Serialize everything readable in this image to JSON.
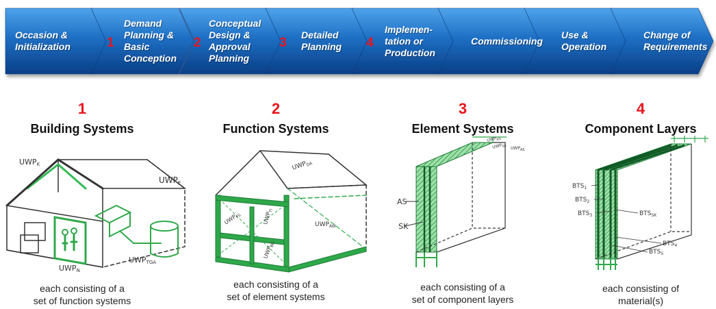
{
  "phases": [
    {
      "lines": [
        "Occasion &",
        "Initialization"
      ]
    },
    {
      "lines": [
        "Demand",
        "Planning &",
        "Basic",
        "Conception"
      ]
    },
    {
      "lines": [
        "Conceptual",
        "Design &",
        "Approval",
        "Planning"
      ]
    },
    {
      "lines": [
        "Detailed",
        "Planning"
      ]
    },
    {
      "lines": [
        "Implemen-",
        "tation or",
        "Production"
      ]
    },
    {
      "lines": [
        "Commissioning"
      ]
    },
    {
      "lines": [
        "Use &",
        "Operation"
      ]
    },
    {
      "lines": [
        "Change of",
        "Requirements"
      ]
    }
  ],
  "markers": [
    "1",
    "2",
    "3",
    "4"
  ],
  "columns": [
    {
      "number": "1",
      "title": "Building Systems",
      "caption": [
        "each consisting of a",
        "set of function systems"
      ],
      "labels": {
        "k": "UWP",
        "k_sub": "K",
        "e": "UWP",
        "e_sub": "E",
        "n": "UWP",
        "n_sub": "N",
        "tga": "UWP",
        "tga_sub": "TGA"
      }
    },
    {
      "number": "2",
      "title": "Function Systems",
      "caption": [
        "each consisting of a",
        "set of element systems"
      ],
      "labels": {
        "da": "UWP",
        "da_sub": "DA",
        "fs": "UWP",
        "fs_sub": "FS",
        "ti": "UWP",
        "ti_sub": "TI",
        "aw": "UWP",
        "aw_sub": "AW",
        "bo": "UWP",
        "bo_sub": "BO"
      }
    },
    {
      "number": "3",
      "title": "Element Systems",
      "caption": [
        "each consisting of a",
        "set of component layers"
      ],
      "labels": {
        "as": "AS",
        "sk": "SK",
        "t1": "UWP",
        "t1_sub": "KS",
        "t2": "UWP",
        "t2_sub": "SK",
        "t3": "UWP",
        "t3_sub": "AS"
      }
    },
    {
      "number": "4",
      "title": "Component Layers",
      "caption": [
        "each consisting of",
        "material(s)"
      ],
      "labels": {
        "b1": "BTS",
        "b1_sub": "1",
        "b2": "BTS",
        "b2_sub": "2",
        "b3": "BTS",
        "b3_sub": "3",
        "bsk": "BTS",
        "bsk_sub": "SK",
        "b4": "BTS",
        "b4_sub": "4",
        "b5": "BTS",
        "b5_sub": "5"
      }
    }
  ],
  "colors": {
    "arrow_top": "#2f7fd0",
    "arrow_bottom": "#0f4f9e",
    "arrow_light": "#5a9fe0",
    "marker": "#e8141c",
    "green": "#2ea84a",
    "green_light": "#8fd69c"
  }
}
